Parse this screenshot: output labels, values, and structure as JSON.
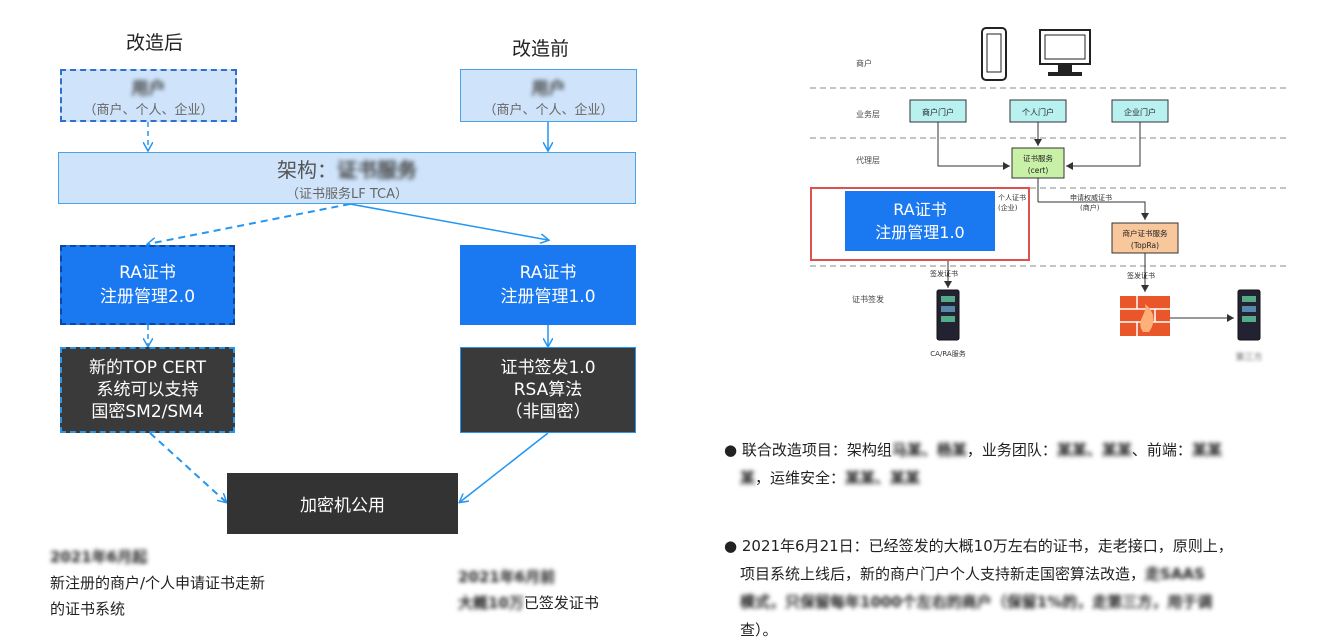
{
  "left": {
    "after_title": "改造后",
    "before_title": "改造前",
    "after_user": {
      "name": "用户",
      "sub": "（商户、个人、企业）"
    },
    "before_user": {
      "name": "用户",
      "sub": "（商户、个人、企业）"
    },
    "arch": {
      "title": "架构：",
      "blurred": "证书服务",
      "sub": "（证书服务LF TCA）"
    },
    "ra2": [
      "RA证书",
      "注册管理2.0"
    ],
    "ra1": [
      "RA证书",
      "注册管理1.0"
    ],
    "topcert": [
      "新的TOP CERT",
      "系统可以支持",
      "国密SM2/SM4"
    ],
    "sign": [
      "证书签发1.0",
      "RSA算法",
      "（非国密）"
    ],
    "hsm": "加密机公用",
    "caption_left": {
      "blurred": "2021年6月起",
      "lines": [
        "新注册的商户/个人申请证书走新",
        "的证书系统"
      ]
    },
    "caption_right": {
      "blurred1": "2021年6月前",
      "line": "已签发证书",
      "blurred2": "大概10万"
    }
  },
  "right": {
    "layers": [
      "商户",
      "业务层",
      "代理层",
      "证书签发"
    ],
    "portals": [
      "商户门户",
      "个人门户",
      "企业门户"
    ],
    "cert_service": [
      "证书服务",
      "(cert)"
    ],
    "merchant_cert_service": [
      "商户证书服务",
      "(TopRa)"
    ],
    "arrow_label_left": [
      "个人证书",
      "(企业)"
    ],
    "arrow_label_right": [
      "申请权威证书",
      "(商户)"
    ],
    "ra_overlay": [
      "RA证书",
      "注册管理1.0"
    ],
    "sign_label_left": "签发证书",
    "sign_label_right": "签发证书",
    "ca_label": "CA/RA服务",
    "third_label": "第三方"
  },
  "bullets": {
    "b1": {
      "prefix": "联合改造项目：架构组",
      "blur1": "马某、杨某",
      "mid": "，业务团队：",
      "blur2": "某某、某某",
      "mid2": "、前端：",
      "blur3": "某某",
      "line2_blur": "某",
      "line2": "，运维安全：",
      "blur4": "某某、某某"
    },
    "b2": {
      "line1": "2021年6月21日：已经签发的大概10万左右的证书，走老接口，原则上，",
      "line2a": "项目系统上线后，新的商户门户个人支持新走国密算法改造，",
      "line2b": "走SAAS",
      "line3_blur": "模式，只保留每年1000个左右的商户（保留1%的，走第三方，用于调",
      "line4": "查）。"
    }
  }
}
